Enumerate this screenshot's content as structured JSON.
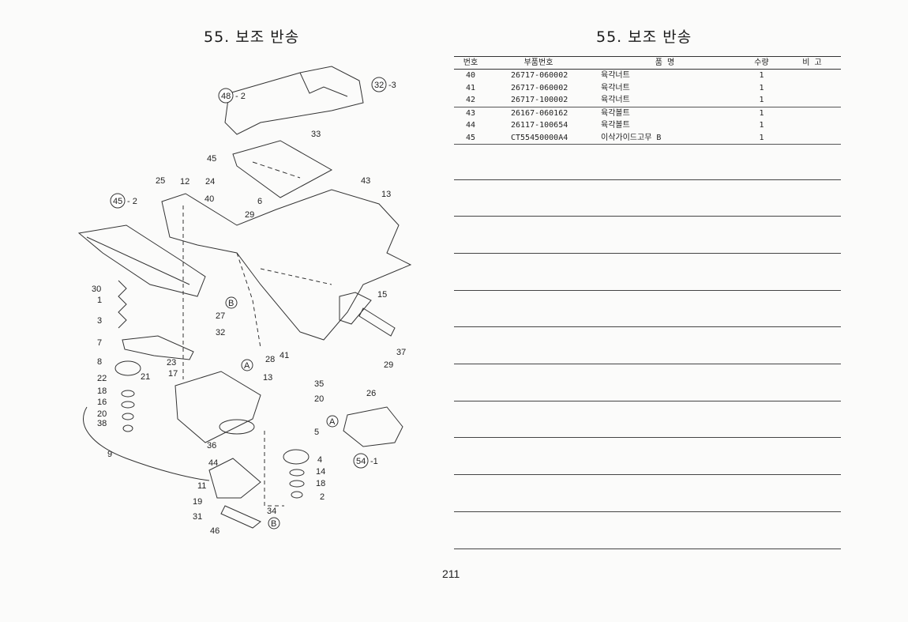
{
  "page": {
    "title_left": "55. 보조 반송",
    "title_right": "55. 보조 반송",
    "page_number": "211"
  },
  "parts_table": {
    "headers": {
      "no": "번호",
      "part_number": "부품번호",
      "name": "품 명",
      "qty": "수량",
      "remarks": "비 고"
    },
    "rows": [
      {
        "no": "40",
        "part_number": "26717-060002",
        "name": "육각너트",
        "qty": "1"
      },
      {
        "no": "41",
        "part_number": "26717-060002",
        "name": "육각너트",
        "qty": "1"
      },
      {
        "no": "42",
        "part_number": "26717-100002",
        "name": "육각너트",
        "qty": "1"
      },
      {
        "no": "43",
        "part_number": "26167-060162",
        "name": "육각볼트",
        "qty": "1"
      },
      {
        "no": "44",
        "part_number": "26117-100654",
        "name": "육각볼트",
        "qty": "1"
      },
      {
        "no": "45",
        "part_number": "CT55450000A4",
        "name": "이삭가이드고무 B",
        "qty": "1"
      }
    ]
  },
  "diagram": {
    "callouts": [
      "1",
      "2",
      "3",
      "4",
      "5",
      "6",
      "7",
      "8",
      "9",
      "11",
      "12",
      "13",
      "13",
      "14",
      "15",
      "16",
      "17",
      "18",
      "18",
      "19",
      "20",
      "20",
      "21",
      "22",
      "23",
      "24",
      "25",
      "26",
      "27",
      "28",
      "29",
      "29",
      "30",
      "31",
      "32",
      "33",
      "34",
      "35",
      "36",
      "37",
      "38",
      "40",
      "41",
      "43",
      "44",
      "45",
      "46"
    ],
    "circled": [
      {
        "num": "48",
        "suffix": "- 2"
      },
      {
        "num": "32",
        "suffix": "-3"
      },
      {
        "num": "45",
        "suffix": "- 2"
      },
      {
        "num": "54",
        "suffix": "-1"
      }
    ],
    "markers": [
      "B",
      "A",
      "A",
      "B"
    ]
  }
}
